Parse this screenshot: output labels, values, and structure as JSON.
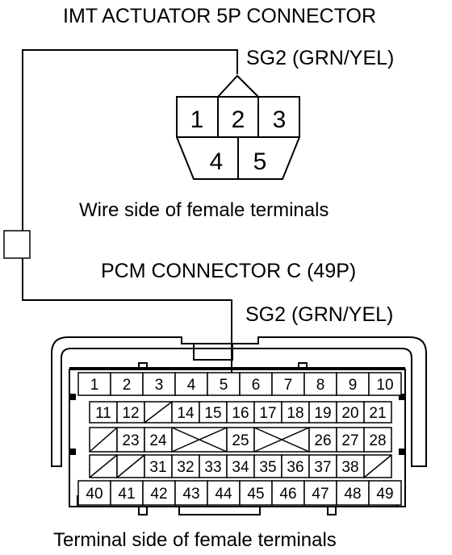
{
  "imt_connector": {
    "title": "IMT ACTUATOR 5P CONNECTOR",
    "signal_label": "SG2 (GRN/YEL)",
    "terminals": [
      "1",
      "2",
      "3",
      "4",
      "5"
    ],
    "caption": "Wire side of female terminals"
  },
  "pcm_connector": {
    "title": "PCM CONNECTOR C (49P)",
    "signal_label": "SG2 (GRN/YEL)",
    "caption": "Terminal side of female terminals",
    "row1": [
      "1",
      "2",
      "3",
      "4",
      "5",
      "6",
      "7",
      "8",
      "9",
      "10"
    ],
    "row2": [
      "11",
      "12",
      "",
      "14",
      "15",
      "16",
      "17",
      "18",
      "19",
      "20",
      "21"
    ],
    "row3": [
      "",
      "23",
      "24",
      "",
      "25",
      "",
      "26",
      "27",
      "28"
    ],
    "row4": [
      "",
      "",
      "31",
      "32",
      "33",
      "34",
      "35",
      "36",
      "37",
      "38",
      ""
    ],
    "row5": [
      "40",
      "41",
      "42",
      "43",
      "44",
      "45",
      "46",
      "47",
      "48",
      "49"
    ]
  }
}
